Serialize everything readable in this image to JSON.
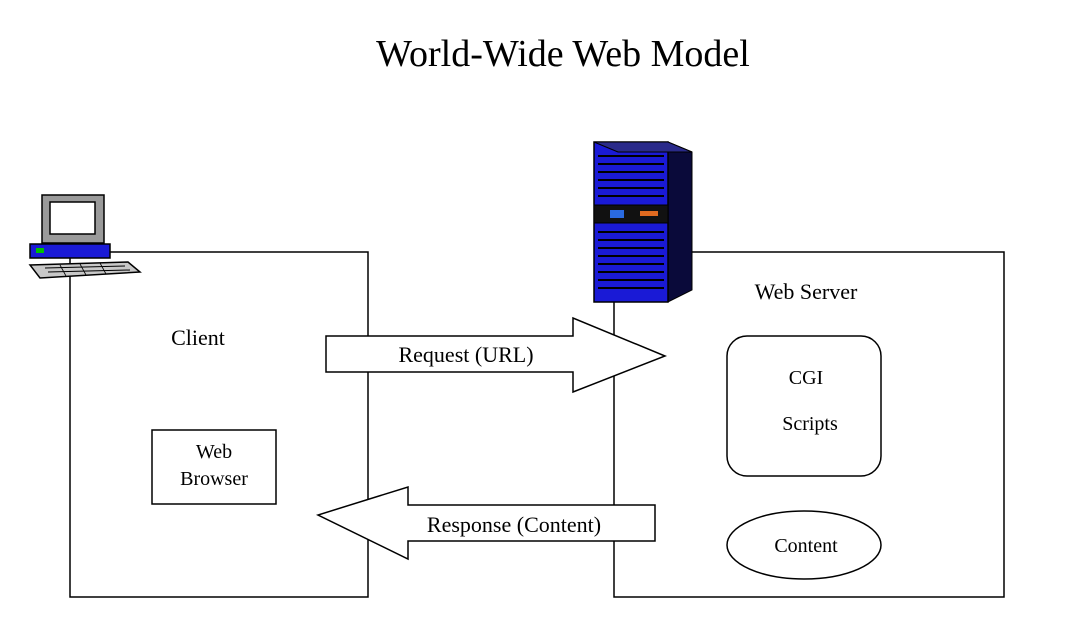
{
  "title": "World-Wide Web Model",
  "client": {
    "label": "Client",
    "browser_line1": "Web",
    "browser_line2": "Browser"
  },
  "server": {
    "label": "Web Server",
    "cgi_line1": "CGI",
    "cgi_line2": "Scripts",
    "content": "Content"
  },
  "arrows": {
    "request": "Request (URL)",
    "response": "Response (Content)"
  },
  "icons": {
    "client": "desktop-computer-icon",
    "server": "server-tower-icon"
  },
  "colors": {
    "server_blue": "#1a1ad6",
    "server_dark": "#0a0a3a",
    "monitor_gray": "#9a9a9a"
  }
}
